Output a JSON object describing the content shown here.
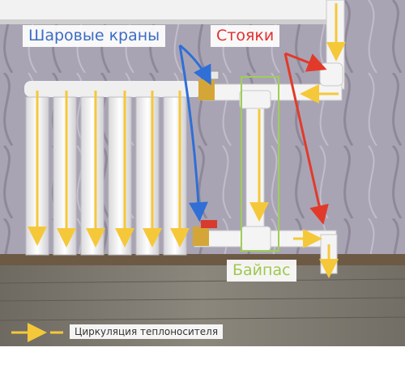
{
  "labels": {
    "ball_valves": "Шаровые краны",
    "risers": "Стояки",
    "bypass": "Байпас",
    "legend": "Циркуляция теплоносителя"
  },
  "colors": {
    "ball_valves_label": "#3d6cc4",
    "risers_label": "#e53030",
    "bypass_label": "#9ec850",
    "circulation_arrow": "#f5c83a",
    "blue_arrow": "#2f6fd6",
    "red_arrow": "#e23a2a",
    "bypass_frame": "#9fce55"
  },
  "icons": [
    "flow-arrow-icon",
    "pointer-arrow-icon"
  ]
}
